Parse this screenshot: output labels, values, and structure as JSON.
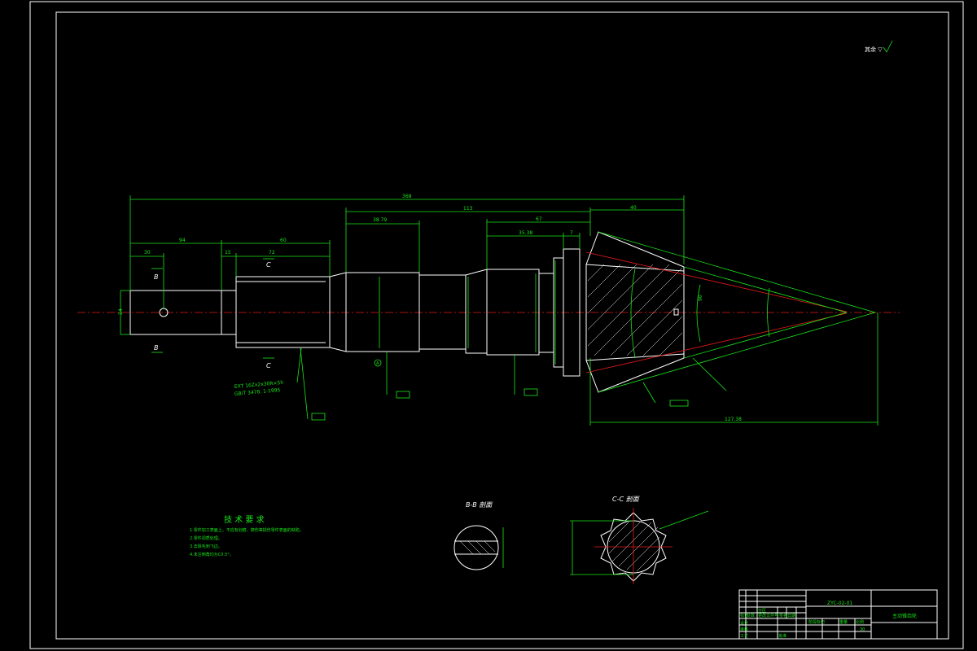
{
  "colors": {
    "background": "#000000",
    "outline": "#ffffff",
    "dimension": "#19e619",
    "centerline": "#e61919"
  },
  "corner_note": "其余 ▽",
  "dims": {
    "overall": "368",
    "d113": "113",
    "d40": "40",
    "d94": "94",
    "d30": "30",
    "d60": "60",
    "d15": "15",
    "d72": "72",
    "d3879": "38.79",
    "d67": "67",
    "d3538": "35.38",
    "d7": "7",
    "d24": "24",
    "d127": "127.38",
    "d90": "90"
  },
  "section_letters": {
    "b": "B",
    "c": "C"
  },
  "datum": "A",
  "thread_note": [
    "EXT 16Zx2x30R×5h",
    "GB/T 3478. 1-1995"
  ],
  "tech_req": {
    "title": "技 术 要 求",
    "items": [
      "1.零件加工表面上，不应有划痕、擦伤等损伤零件表面的缺陷。",
      "2.零件调质处理。",
      "3.去除毛刺飞边。",
      "4.未注倒角均为C0.5°。"
    ]
  },
  "section_bb": "B-B 剖面",
  "section_cc": "C-C 剖面",
  "title_block": {
    "drawing_no": "ZYC-02-01",
    "part_name": "主动锥齿轮",
    "scale_value": "30",
    "labels": [
      "标记",
      "处数",
      "分区",
      "更改文件号",
      "签名",
      "日期",
      "阶段标记",
      "重量",
      "比例",
      "设计",
      "审核",
      "工艺",
      "批准"
    ]
  }
}
